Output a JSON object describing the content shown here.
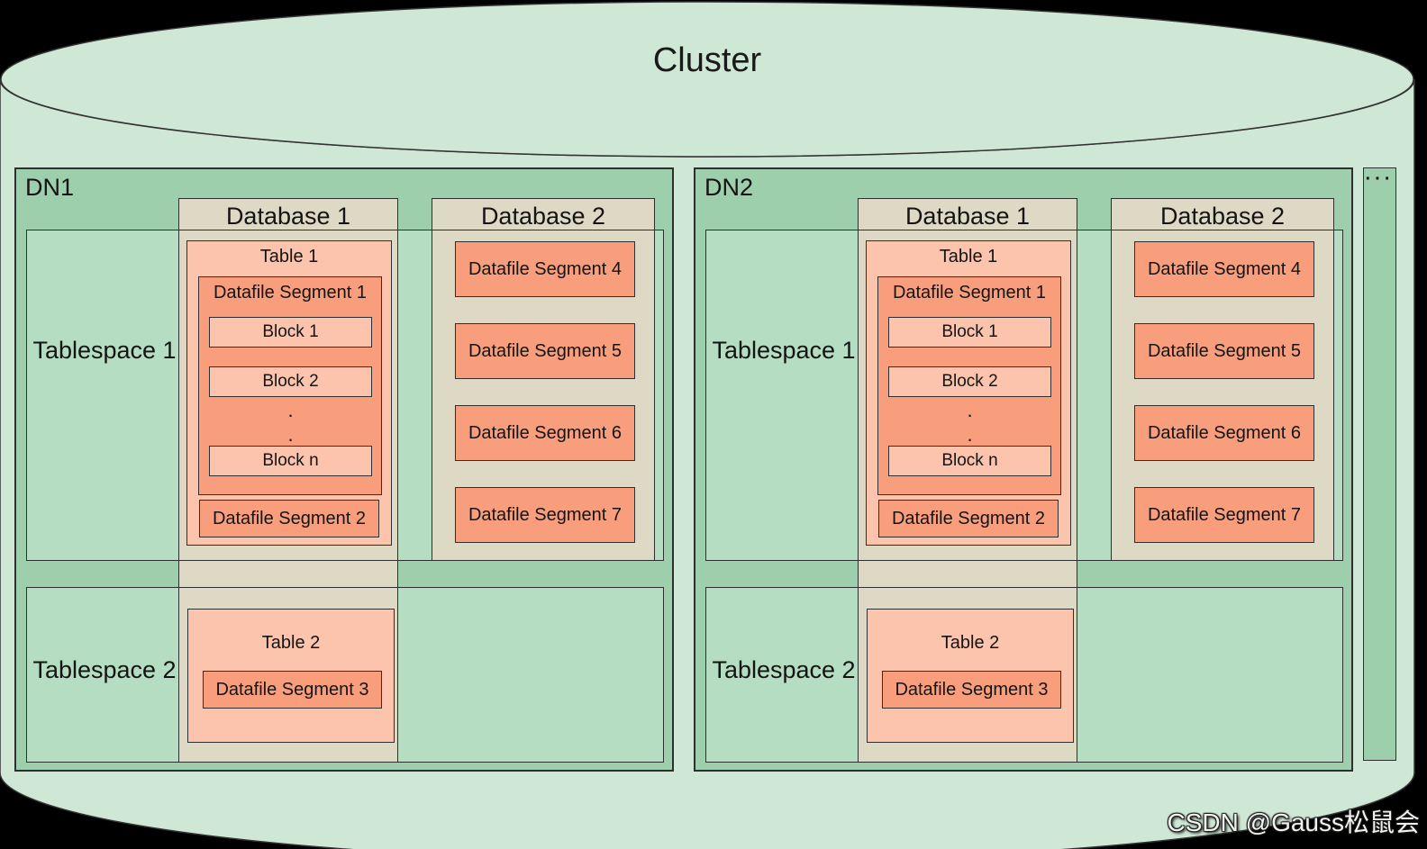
{
  "title": "Cluster",
  "watermark": "CSDN @Gauss松鼠会",
  "more_indicator": "···",
  "colors": {
    "background": "#000000",
    "cylinder": "#cfe7d5",
    "dn_fill": "#9dcfac",
    "tablespace_fill": "#b4ddc1",
    "database_fill": "#ded9c5",
    "table_fill": "#fcc3ad",
    "segment_fill": "#f99e7c",
    "border": "#2f2f2f"
  },
  "dns": [
    {
      "label": "DN1",
      "tablespaces": [
        {
          "label": "Tablespace 1"
        },
        {
          "label": "Tablespace 2"
        }
      ],
      "databases": [
        {
          "label": "Database 1",
          "table1": {
            "label": "Table 1",
            "segment1": {
              "label": "Datafile Segment 1",
              "blocks": [
                "Block 1",
                "Block 2",
                "Block n"
              ],
              "dots": "···"
            },
            "segment2": "Datafile Segment 2"
          },
          "table2": {
            "label": "Table 2",
            "segment3": "Datafile Segment 3"
          }
        },
        {
          "label": "Database 2",
          "segments": [
            "Datafile Segment 4",
            "Datafile Segment 5",
            "Datafile Segment 6",
            "Datafile Segment 7"
          ]
        }
      ]
    },
    {
      "label": "DN2",
      "tablespaces": [
        {
          "label": "Tablespace 1"
        },
        {
          "label": "Tablespace 2"
        }
      ],
      "databases": [
        {
          "label": "Database 1",
          "table1": {
            "label": "Table 1",
            "segment1": {
              "label": "Datafile Segment 1",
              "blocks": [
                "Block 1",
                "Block 2",
                "Block n"
              ],
              "dots": "···"
            },
            "segment2": "Datafile Segment 2"
          },
          "table2": {
            "label": "Table 2",
            "segment3": "Datafile Segment 3"
          }
        },
        {
          "label": "Database 2",
          "segments": [
            "Datafile Segment 4",
            "Datafile Segment 5",
            "Datafile Segment 6",
            "Datafile Segment 7"
          ]
        }
      ]
    }
  ]
}
